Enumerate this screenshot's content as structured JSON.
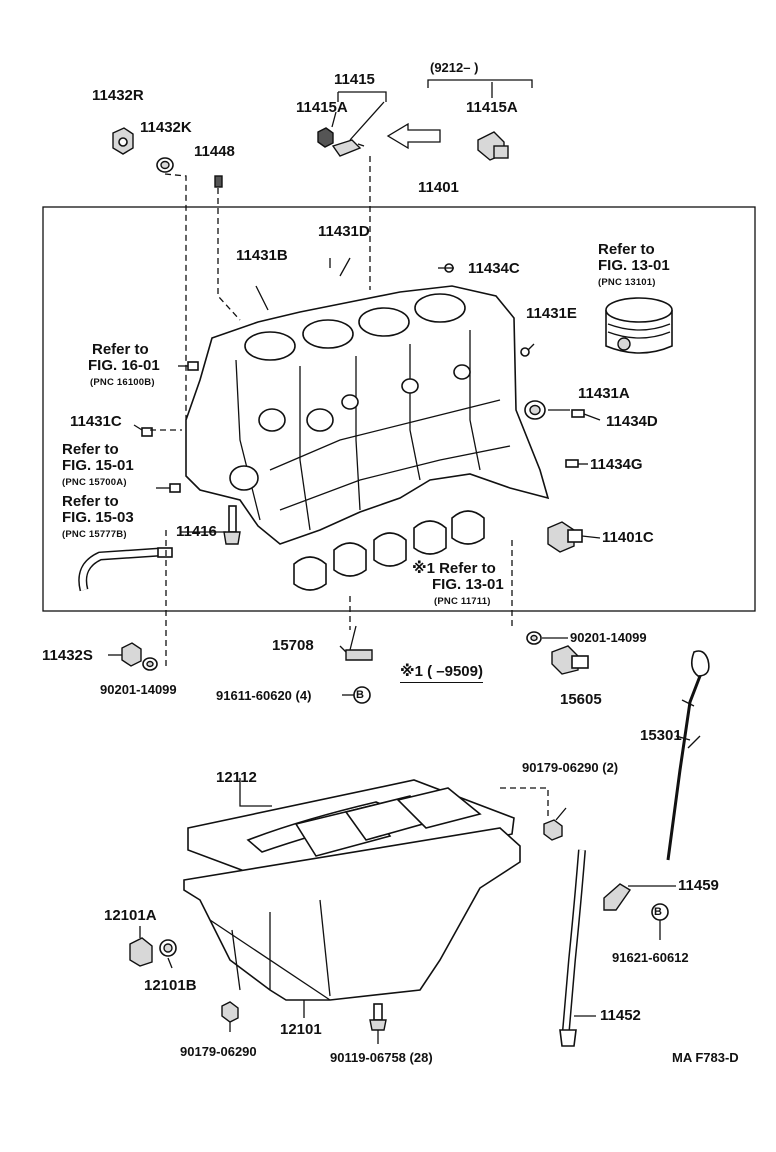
{
  "diagram_id": "MA F783-D",
  "labels": {
    "p11415": "11415",
    "p9212": "(9212–       )",
    "p11432R": "11432R",
    "p11415A_l": "11415A",
    "p11415A_r": "11415A",
    "p11432K": "11432K",
    "p11448": "11448",
    "p11401": "11401",
    "p11431D": "11431D",
    "p11431B": "11431B",
    "p11434C": "11434C",
    "p11431E": "11431E",
    "p11431A": "11431A",
    "p11434D": "11434D",
    "p11431C": "11431C",
    "p11434G": "11434G",
    "p11416": "11416",
    "p11401C": "11401C",
    "p11432S": "11432S",
    "p90201_l": "90201-14099",
    "p90201_r": "90201-14099",
    "p15708": "15708",
    "p91611": "91611-60620 (4)",
    "p9509": "※1 (     –9509)",
    "p15605": "15605",
    "p15301": "15301",
    "p12112": "12112",
    "p90179_2": "90179-06290 (2)",
    "p11459": "11459",
    "p91621": "91621-60612",
    "p12101A": "12101A",
    "p12101B": "12101B",
    "p12101": "12101",
    "p11452": "11452",
    "p90179": "90179-06290",
    "p90119": "90119-06758 (28)"
  },
  "refs": {
    "r1601_a": "Refer to",
    "r1601_b": "FIG. 16-01",
    "r1601_c": "(PNC 16100B)",
    "r1501_a": "Refer to",
    "r1501_b": "FIG. 15-01",
    "r1501_c": "(PNC 15700A)",
    "r1503_a": "Refer to",
    "r1503_b": "FIG. 15-03",
    "r1503_c": "(PNC 15777B)",
    "r1301a_a": "Refer to",
    "r1301a_b": "FIG. 13-01",
    "r1301a_c": "(PNC 13101)",
    "r1301b_a": "※1 Refer to",
    "r1301b_b": "FIG. 13-01",
    "r1301b_c": "(PNC 11711)"
  },
  "markers": {
    "b1": "B",
    "b2": "B"
  }
}
